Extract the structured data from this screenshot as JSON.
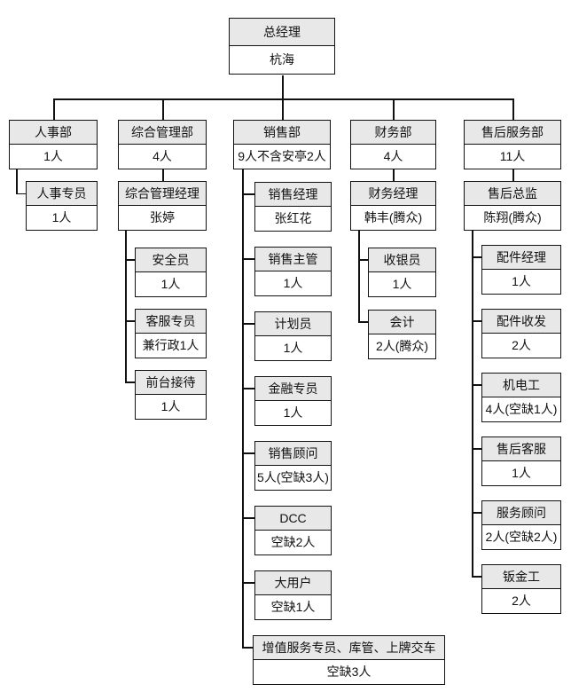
{
  "root": {
    "title": "总经理",
    "value": "杭海"
  },
  "departments": [
    {
      "title": "人事部",
      "value": "1人",
      "children": [
        {
          "title": "人事专员",
          "value": "1人"
        }
      ]
    },
    {
      "title": "综合管理部",
      "value": "4人",
      "manager": {
        "title": "综合管理经理",
        "value": "张婷"
      },
      "children": [
        {
          "title": "安全员",
          "value": "1人"
        },
        {
          "title": "客服专员",
          "value": "兼行政1人"
        },
        {
          "title": "前台接待",
          "value": "1人"
        }
      ]
    },
    {
      "title": "销售部",
      "value": "9人不含安亭2人",
      "children": [
        {
          "title": "销售经理",
          "value": "张红花"
        },
        {
          "title": "销售主管",
          "value": "1人"
        },
        {
          "title": "计划员",
          "value": "1人"
        },
        {
          "title": "金融专员",
          "value": "1人"
        },
        {
          "title": "销售顾问",
          "value": "5人(空缺3人)"
        },
        {
          "title": "DCC",
          "value": "空缺2人"
        },
        {
          "title": "大用户",
          "value": "空缺1人"
        },
        {
          "title": "增值服务专员、库管、上牌交车",
          "value": "空缺3人"
        }
      ]
    },
    {
      "title": "财务部",
      "value": "4人",
      "manager": {
        "title": "财务经理",
        "value": "韩丰(腾众)"
      },
      "children": [
        {
          "title": "收银员",
          "value": "1人"
        },
        {
          "title": "会计",
          "value": "2人(腾众)"
        }
      ]
    },
    {
      "title": "售后服务部",
      "value": "11人",
      "manager": {
        "title": "售后总监",
        "value": "陈翔(腾众)"
      },
      "children": [
        {
          "title": "配件经理",
          "value": "1人"
        },
        {
          "title": "配件收发",
          "value": "2人"
        },
        {
          "title": "机电工",
          "value": "4人(空缺1人)"
        },
        {
          "title": "售后客服",
          "value": "1人"
        },
        {
          "title": "服务顾问",
          "value": "2人(空缺2人)"
        },
        {
          "title": "钣金工",
          "value": "2人"
        }
      ]
    }
  ],
  "colors": {
    "header_bg": "#e8e8e8",
    "border": "#111111",
    "background": "#ffffff"
  }
}
